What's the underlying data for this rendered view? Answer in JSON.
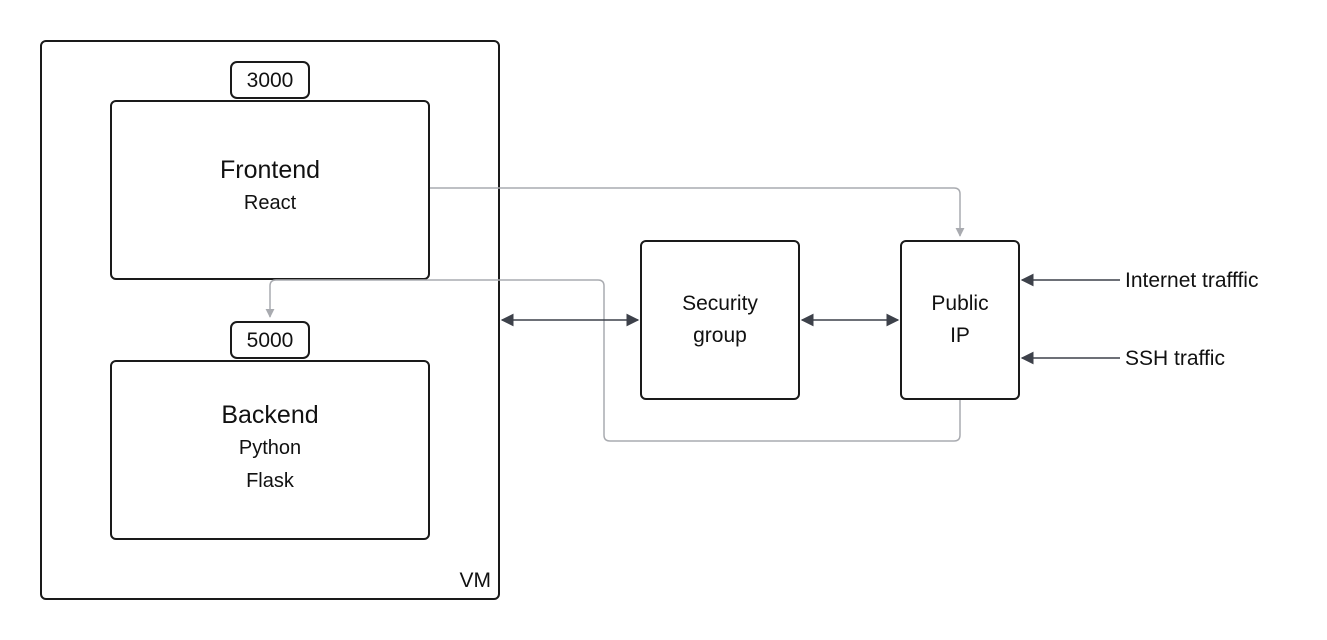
{
  "vm": {
    "label": "VM"
  },
  "frontend": {
    "port": "3000",
    "title": "Frontend",
    "subtitle": "React"
  },
  "backend": {
    "port": "5000",
    "title": "Backend",
    "lines": [
      "Python",
      "Flask"
    ]
  },
  "security_group": {
    "lines": [
      "Security",
      "group"
    ]
  },
  "public_ip": {
    "lines": [
      "Public",
      "IP"
    ]
  },
  "external": {
    "internet": "Internet trafffic",
    "ssh": "SSH traffic"
  },
  "colors": {
    "stroke": "#1a1a1a",
    "connector_gray": "#a9abb0",
    "arrow_dark": "#3d414a"
  }
}
